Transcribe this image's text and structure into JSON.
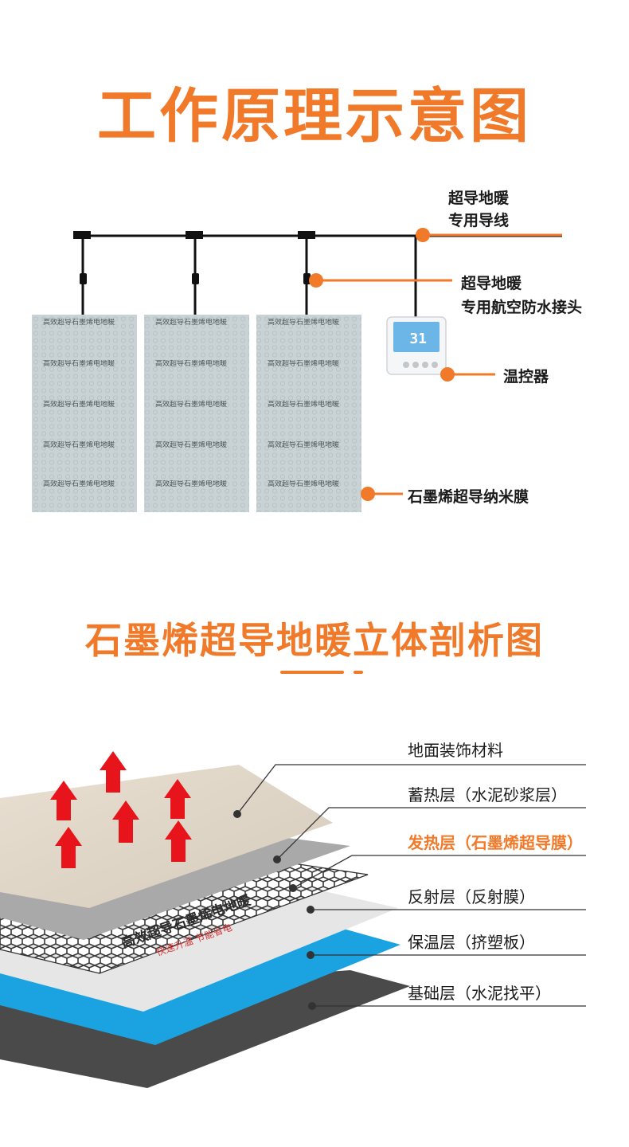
{
  "section_1": {
    "title": "工作原理示意图",
    "labels": {
      "wire_line1": "超导地暖",
      "wire_line2": "专用导线",
      "connector_line1": "超导地暖",
      "connector_line2": "专用航空防水接头",
      "thermostat": "温控器",
      "film": "石墨烯超导纳米膜"
    },
    "thermostat_display": "31",
    "panel_print": "高效超导石墨烯电地暖"
  },
  "section_2": {
    "title": "石墨烯超导地暖立体剖析图",
    "layers": [
      {
        "label": "地面装饰材料"
      },
      {
        "label": "蓄热层（水泥砂浆层）"
      },
      {
        "label": "发热层（石墨烯超导膜）",
        "accent": true
      },
      {
        "label": "反射层（反射膜）"
      },
      {
        "label": "保温层（挤塑板）"
      },
      {
        "label": "基础层（水泥找平）"
      }
    ],
    "film_print_line1": "高效超导石墨烯电地暖",
    "film_print_line2": "快速升温  节能省电"
  },
  "colors": {
    "accent": "#f07a2a",
    "arrow_red": "#e8141b",
    "insulation_blue": "#1aa3e0",
    "base_dark": "#4a4a4a",
    "panel_gray": "#c9d3d6"
  }
}
